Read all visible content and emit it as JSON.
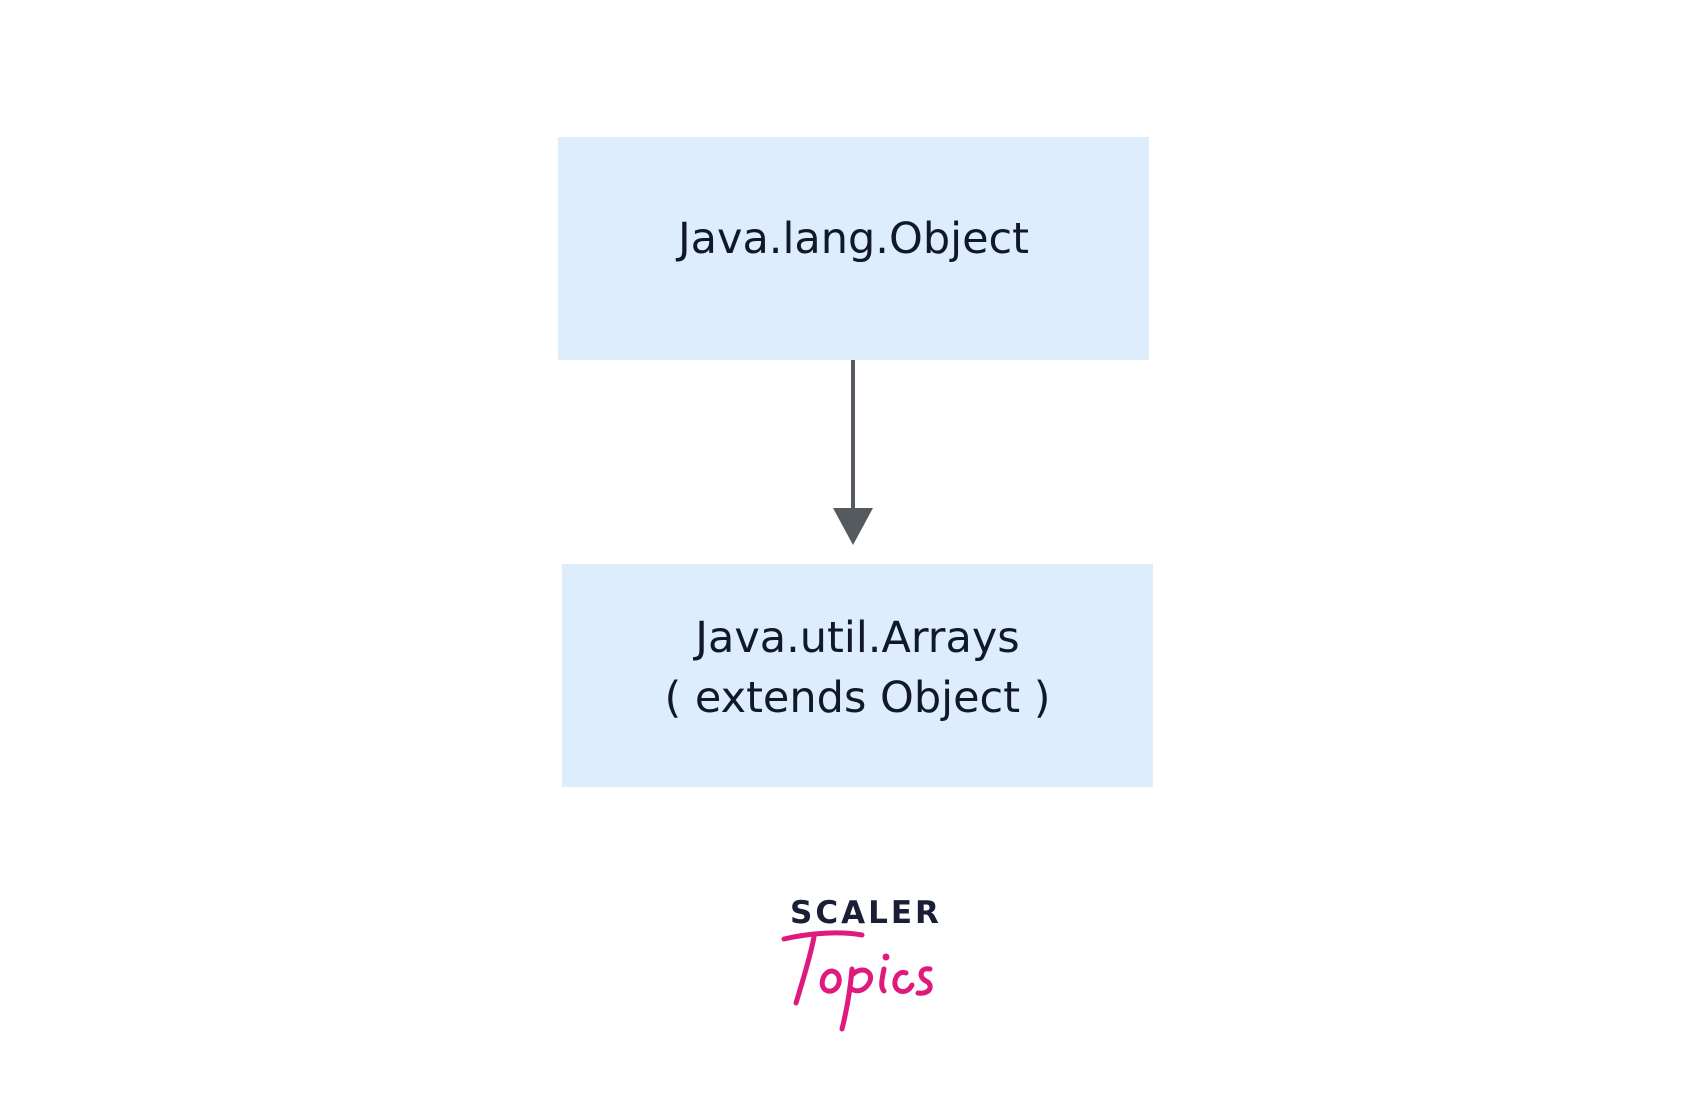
{
  "diagram": {
    "nodes": [
      {
        "id": "object",
        "lines": [
          "Java.lang.Object"
        ]
      },
      {
        "id": "arrays",
        "lines": [
          "Java.util.Arrays",
          "( extends Object )"
        ]
      }
    ],
    "edges": [
      {
        "from": "object",
        "to": "arrays",
        "style": "arrow-down"
      }
    ],
    "colors": {
      "node_fill": "#ddedfc",
      "node_text": "#111827",
      "arrow": "#555a5f"
    }
  },
  "logo": {
    "brand_word": "SCALER",
    "script_word": "Topics",
    "colors": {
      "brand": "#1a1f36",
      "script": "#e0197d"
    }
  }
}
